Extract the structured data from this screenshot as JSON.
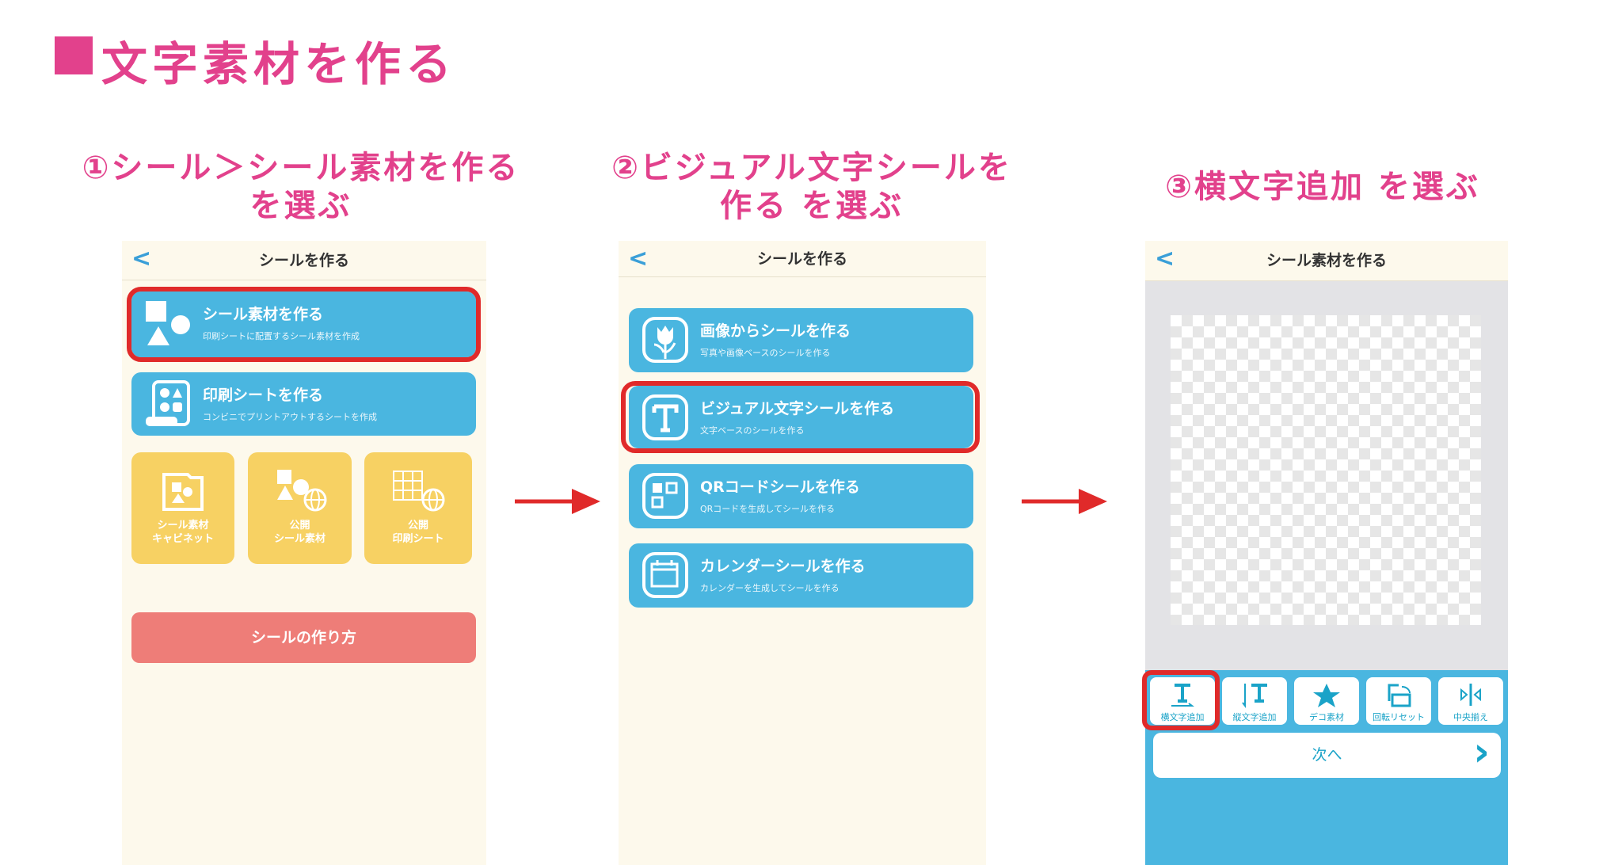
{
  "page_title": "文字素材を作る",
  "steps": [
    "①シール＞シール素材を作る",
    "を選ぶ",
    "②ビジュアル文字シールを",
    "作る を選ぶ",
    "③横文字追加 を選ぶ"
  ],
  "screen1": {
    "header": "シールを作る",
    "back": "<",
    "cards": [
      {
        "title": "シール素材を作る",
        "sub": "印刷シートに配置するシール素材を作成"
      },
      {
        "title": "印刷シートを作る",
        "sub": "コンビニでプリントアウトするシートを作成"
      }
    ],
    "tiles": [
      [
        "シール素材",
        "キャビネット"
      ],
      [
        "公開",
        "シール素材"
      ],
      [
        "公開",
        "印刷シート"
      ]
    ],
    "howto": "シールの作り方"
  },
  "screen2": {
    "header": "シールを作る",
    "back": "<",
    "cards": [
      {
        "title": "画像からシールを作る",
        "sub": "写真や画像ベースのシールを作る"
      },
      {
        "title": "ビジュアル文字シールを作る",
        "sub": "文字ベースのシールを作る"
      },
      {
        "title": "QRコードシールを作る",
        "sub": "QRコードを生成してシールを作る"
      },
      {
        "title": "カレンダーシールを作る",
        "sub": "カレンダーを生成してシールを作る"
      }
    ]
  },
  "screen3": {
    "header": "シール素材を作る",
    "back": "<",
    "tools": [
      "横文字追加",
      "縦文字追加",
      "デコ素材",
      "回転リセット",
      "中央揃え"
    ],
    "next": "次へ",
    "next_arrow": "›"
  },
  "colors": {
    "accent": "#e2418c",
    "card": "#4ab6e0",
    "tile": "#f7d163",
    "highlight": "#e02a2a"
  }
}
